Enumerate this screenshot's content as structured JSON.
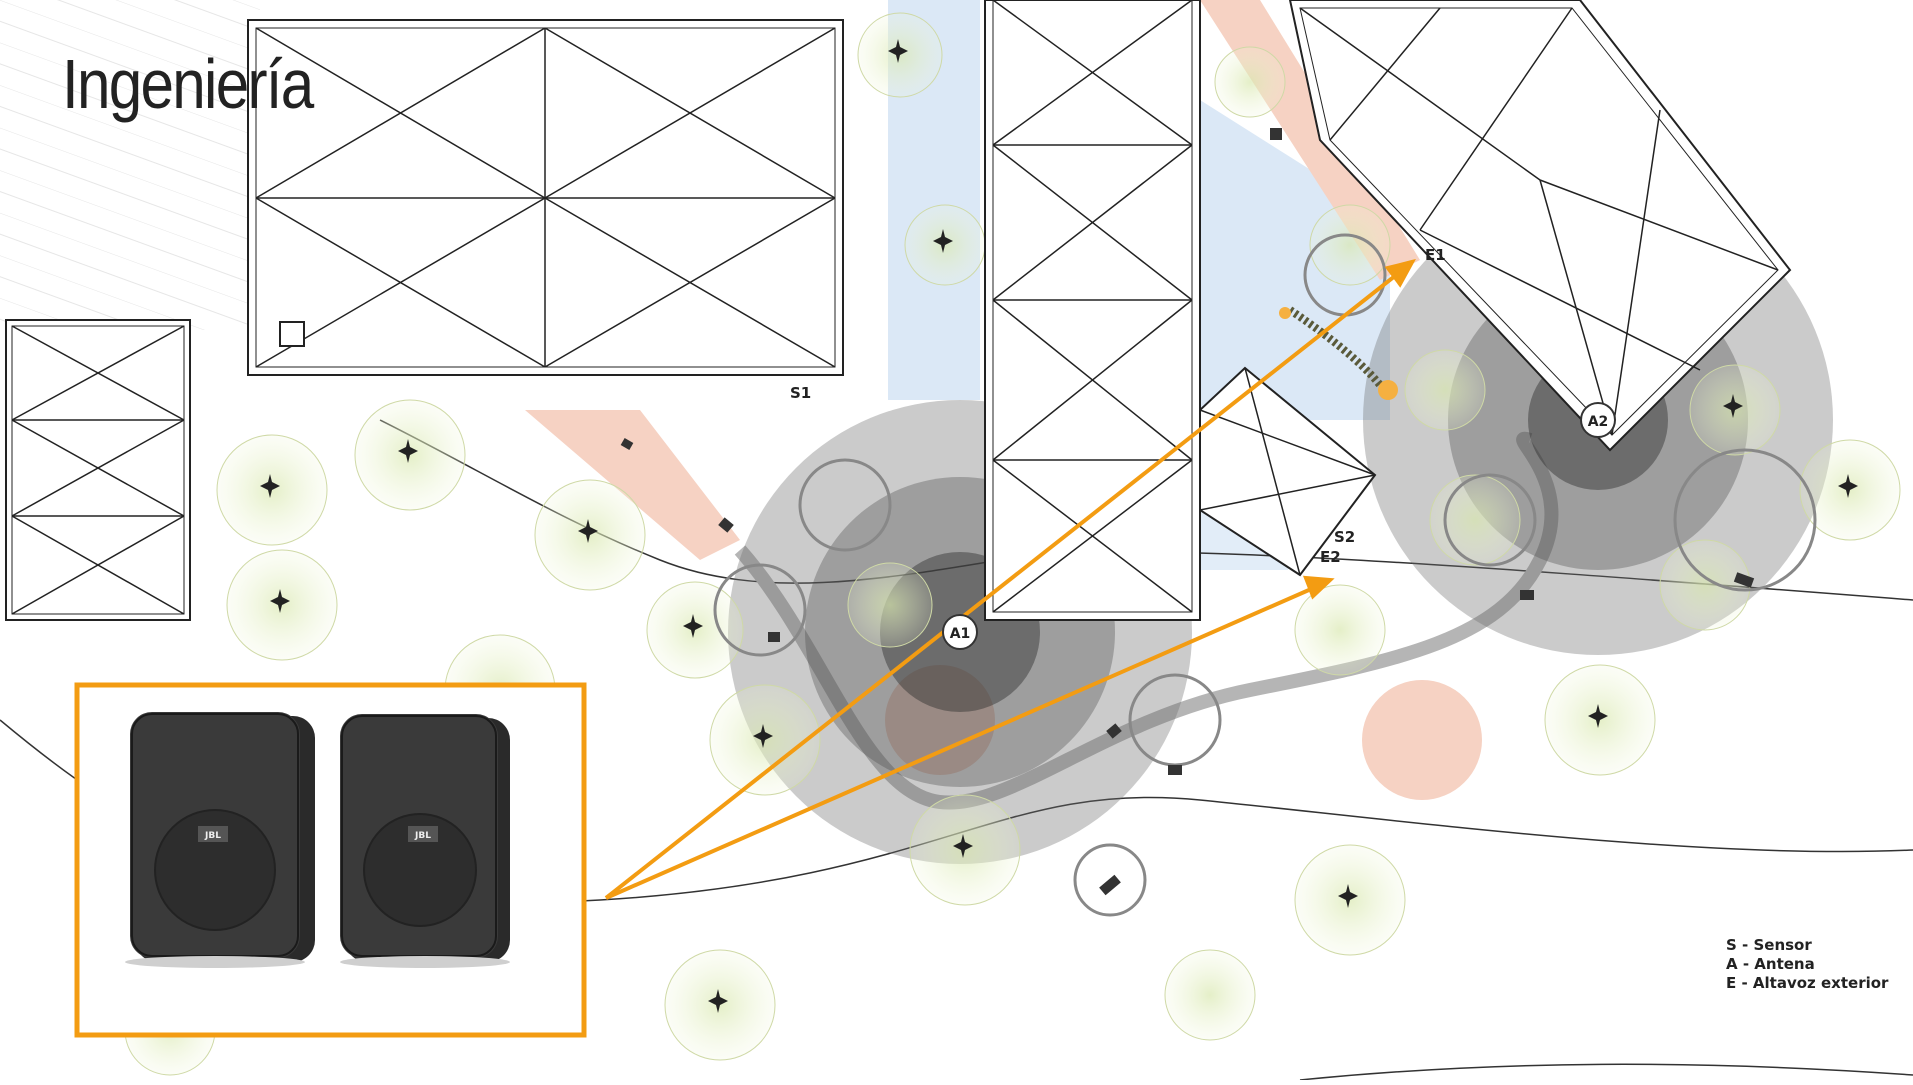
{
  "title": "Ingeniería",
  "labels": {
    "s1": "S1",
    "s2": "S2",
    "e1": "E1",
    "e2": "E2",
    "a1": "A1",
    "a2": "A2"
  },
  "speaker_brand": "JBL",
  "legend": [
    "S - Sensor",
    "A - Antena",
    "E - Altavoz exterior"
  ],
  "colors": {
    "accent": "#f39c12",
    "path": "#f6d2c3",
    "water": "#d6e6f5",
    "coverage": "#4d4d4d"
  }
}
